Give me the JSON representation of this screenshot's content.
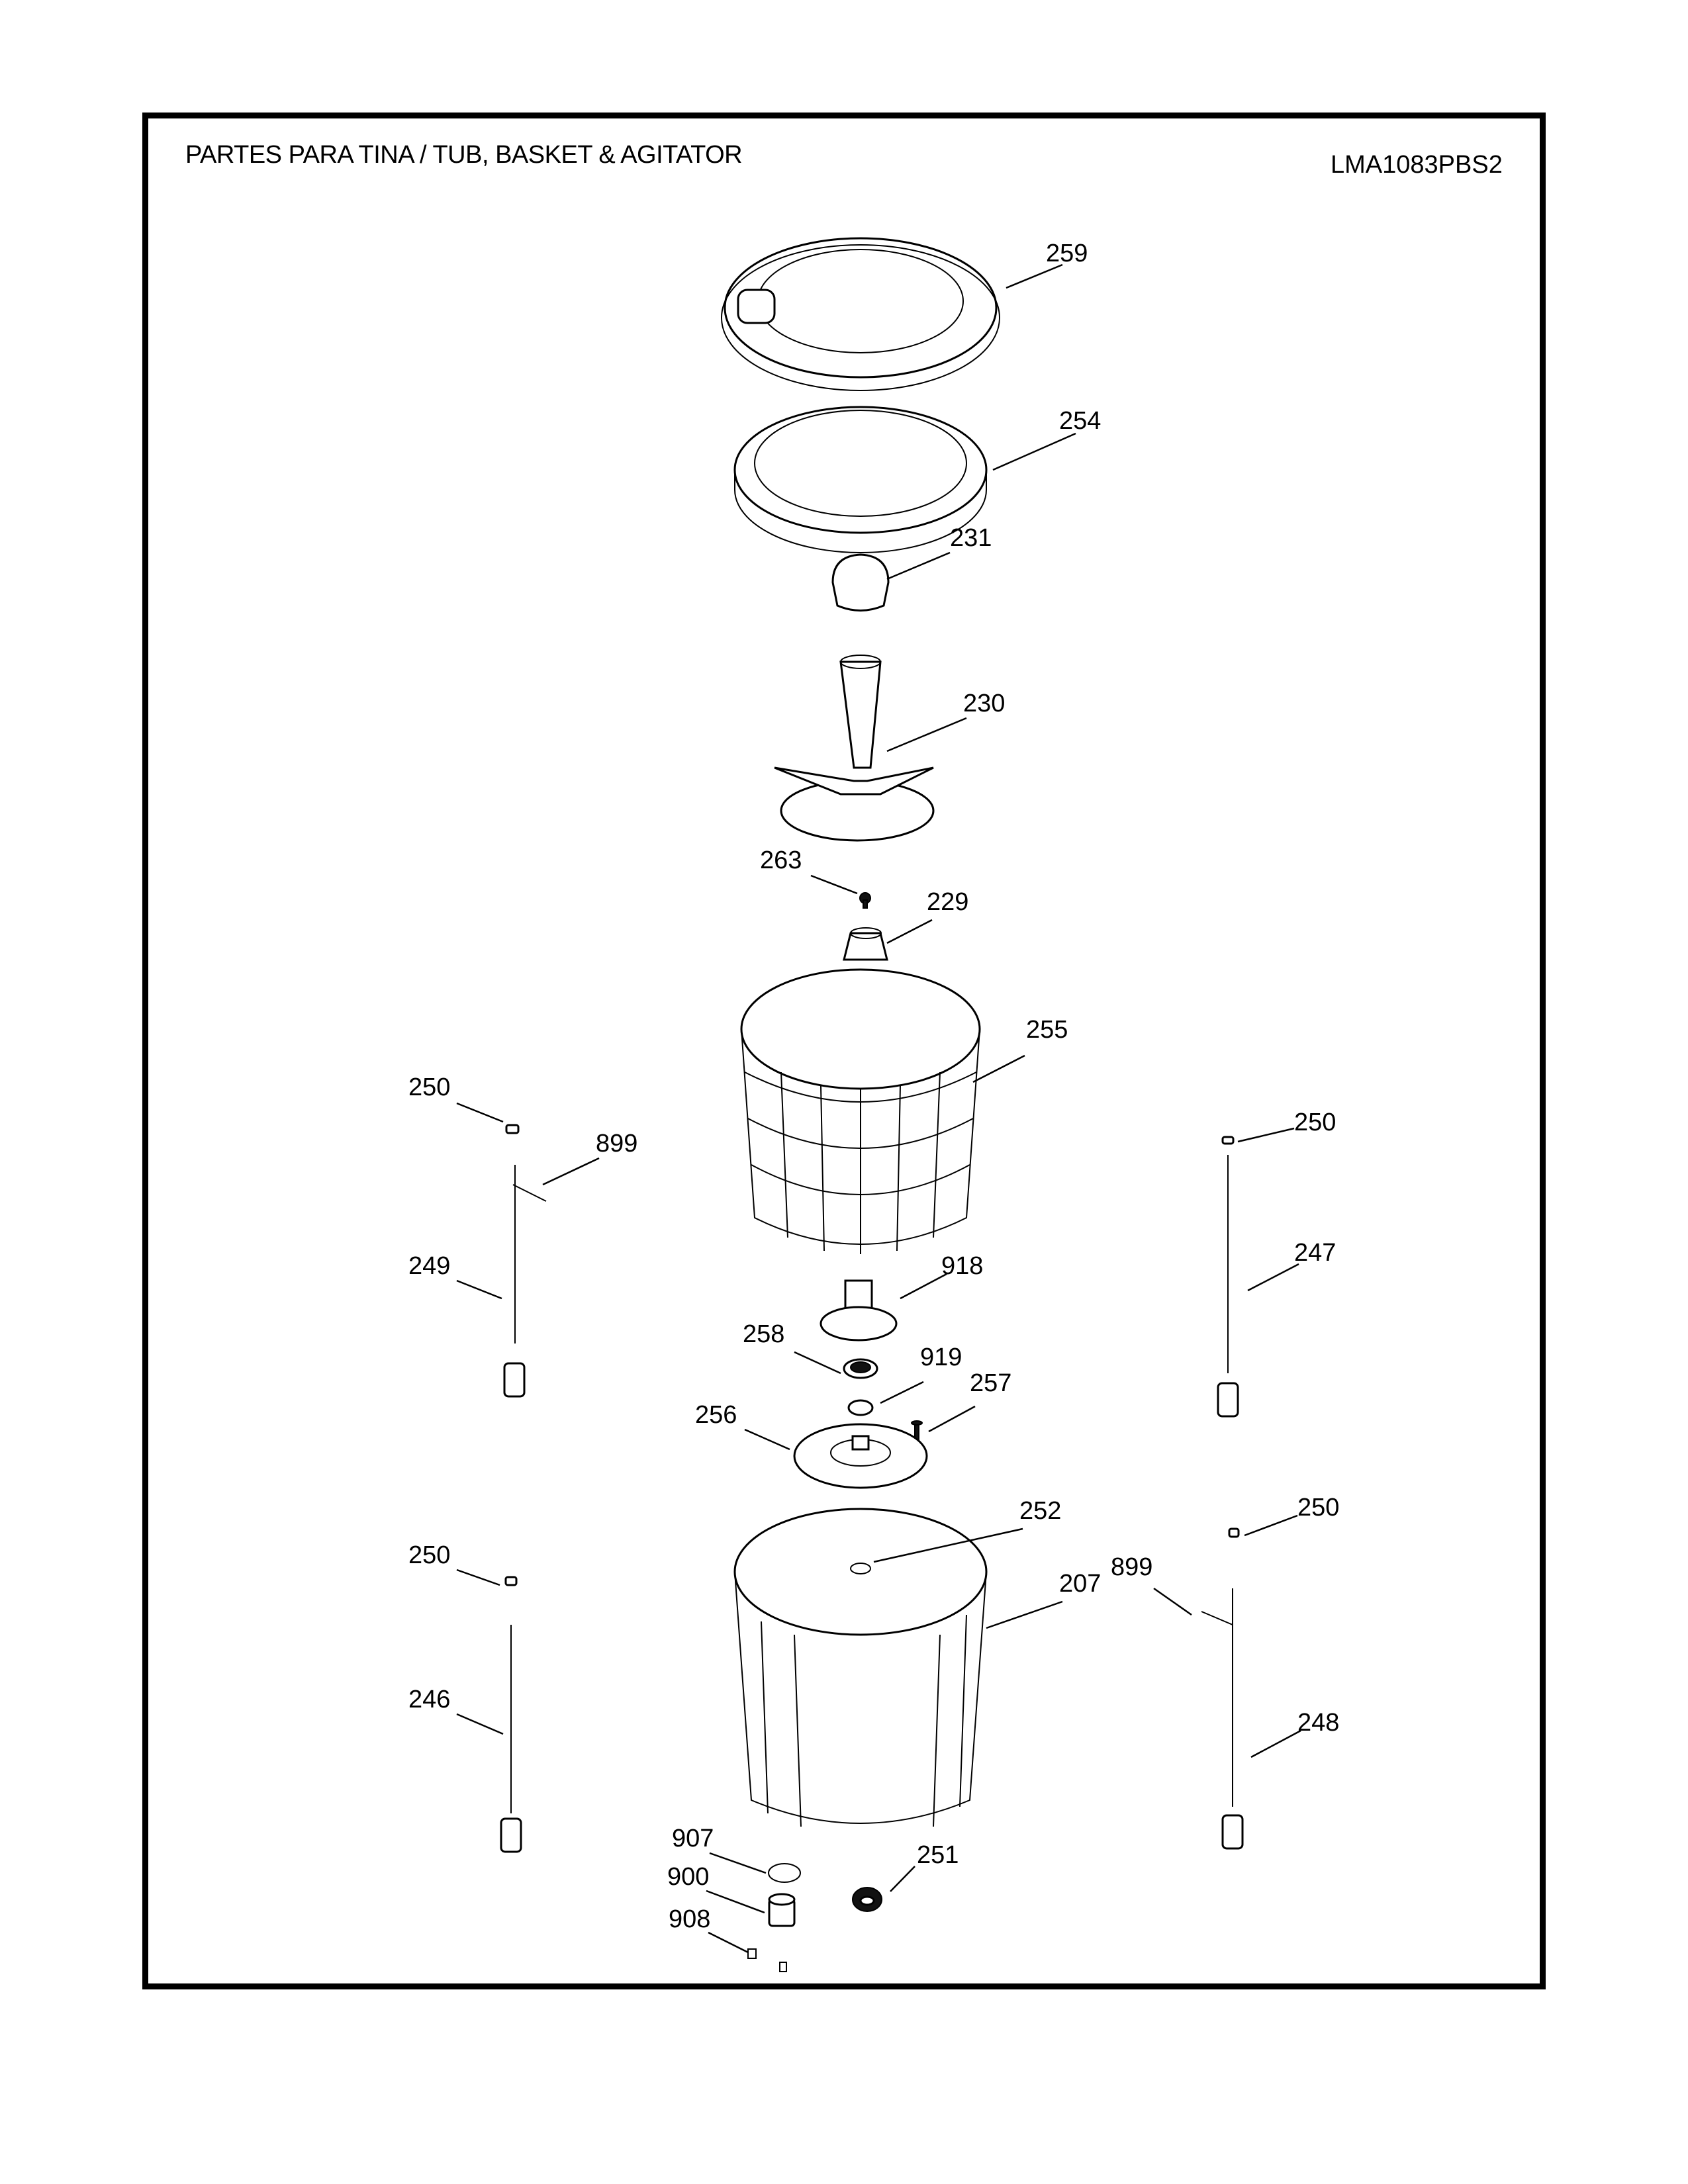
{
  "header": {
    "title": "PARTES PARA TINA  /  TUB, BASKET & AGITATOR",
    "model": "LMA1083PBS2"
  },
  "callouts": [
    {
      "id": "259",
      "part": "tub-cover"
    },
    {
      "id": "254",
      "part": "balance-ring"
    },
    {
      "id": "231",
      "part": "agitator-cap"
    },
    {
      "id": "230",
      "part": "agitator"
    },
    {
      "id": "263",
      "part": "screw"
    },
    {
      "id": "229",
      "part": "coupling"
    },
    {
      "id": "255",
      "part": "wash-basket"
    },
    {
      "id": "250",
      "part": "suspension-cap-left-upper"
    },
    {
      "id": "899",
      "part": "suspension-bracket-left"
    },
    {
      "id": "249",
      "part": "suspension-rod-left-upper"
    },
    {
      "id": "250",
      "part": "suspension-cap-right-upper"
    },
    {
      "id": "247",
      "part": "suspension-rod-right-upper"
    },
    {
      "id": "918",
      "part": "basket-hub"
    },
    {
      "id": "258",
      "part": "hub-nut"
    },
    {
      "id": "919",
      "part": "lock-washer"
    },
    {
      "id": "257",
      "part": "bolt"
    },
    {
      "id": "256",
      "part": "tub-flange"
    },
    {
      "id": "252",
      "part": "tub-seal"
    },
    {
      "id": "207",
      "part": "outer-tub"
    },
    {
      "id": "250",
      "part": "suspension-cap-left-lower"
    },
    {
      "id": "246",
      "part": "suspension-rod-left-lower"
    },
    {
      "id": "250",
      "part": "suspension-cap-right-lower"
    },
    {
      "id": "899",
      "part": "suspension-bracket-right"
    },
    {
      "id": "248",
      "part": "suspension-rod-right-lower"
    },
    {
      "id": "907",
      "part": "o-ring"
    },
    {
      "id": "900",
      "part": "drain-valve"
    },
    {
      "id": "908",
      "part": "clip"
    },
    {
      "id": "251",
      "part": "bearing-seal"
    }
  ]
}
